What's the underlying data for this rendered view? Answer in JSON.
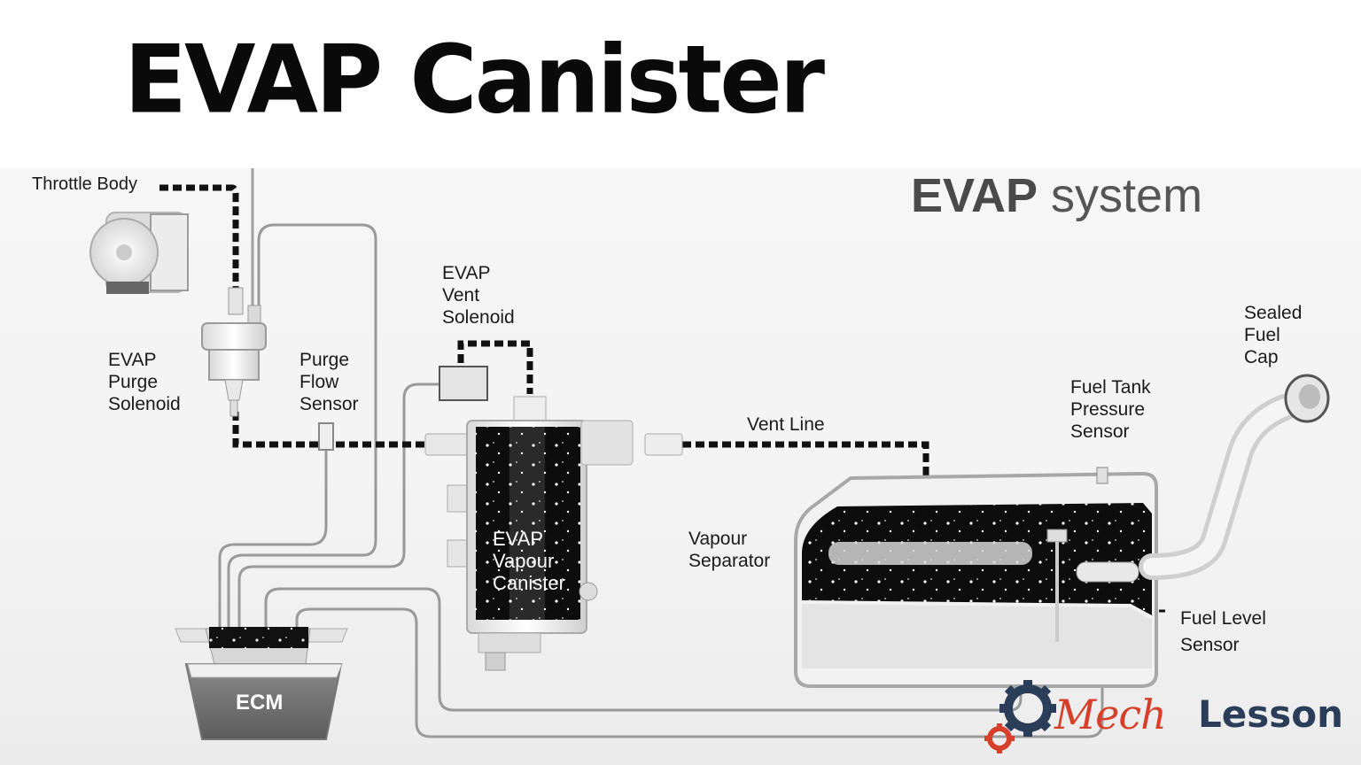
{
  "page": {
    "title": "EVAP Canister"
  },
  "diagram": {
    "system_title_bold": "EVAP",
    "system_title_rest": " system",
    "labels": {
      "throttle_body": "Throttle Body",
      "purge_solenoid": "EVAP\nPurge\nSolenoid",
      "purge_flow_sensor": "Purge\nFlow\nSensor",
      "vent_solenoid": "EVAP\nVent\nSolenoid",
      "vent_line": "Vent Line",
      "vapour_canister": "EVAP\nVapour\nCanister",
      "vapour_separator": "Vapour\nSeparator",
      "fuel_tank_pressure_sensor": "Fuel Tank\nPressure\nSensor",
      "sealed_fuel_cap": "Sealed\nFuel\nCap",
      "fuel_level_sensor": "Fuel Level\nSensor",
      "ecm": "ECM"
    },
    "colors": {
      "vapour_line": "#111111",
      "wire": "#9a9a9a",
      "canister_body": "#0d0d0d",
      "tank_outline": "#a8a8a8"
    }
  },
  "logo": {
    "part1": "Mech",
    "part2": "Lesson",
    "icon": "gear-icon",
    "accent": "#d6402a",
    "brand_dark": "#2a3e5a"
  }
}
